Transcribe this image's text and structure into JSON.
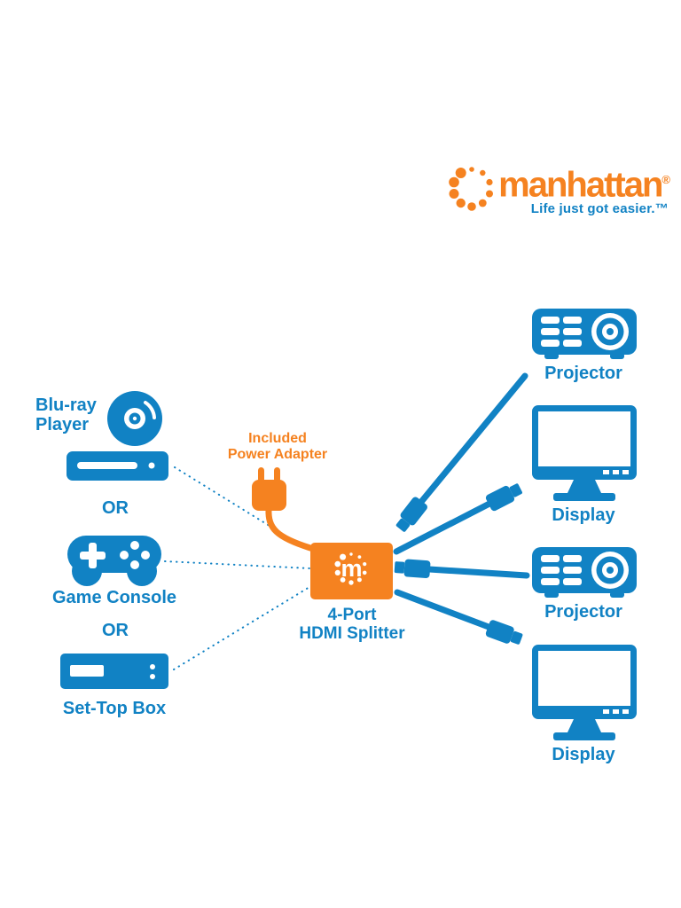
{
  "brand": {
    "wordmark": "manhattan",
    "registered_mark": "®",
    "tagline": "Life just got easier.™",
    "colors": {
      "blue": "#1182C4",
      "orange": "#F58220"
    }
  },
  "sources": {
    "bluray_label_line1": "Blu-ray",
    "bluray_label_line2": "Player",
    "or_1": "OR",
    "game_console_label": "Game Console",
    "or_2": "OR",
    "settop_label": "Set-Top Box"
  },
  "power_adapter": {
    "label_line1": "Included",
    "label_line2": "Power Adapter"
  },
  "splitter": {
    "logo_letter": "m",
    "label_line1": "4-Port",
    "label_line2": "HDMI Splitter"
  },
  "outputs": [
    {
      "label": "Projector"
    },
    {
      "label": "Display"
    },
    {
      "label": "Projector"
    },
    {
      "label": "Display"
    }
  ],
  "icons": {
    "brand_mark": "dots-circle-icon",
    "bluray": "disc-icon",
    "player": "disc-player-icon",
    "console": "gamepad-icon",
    "settop": "set-top-box-icon",
    "power": "power-plug-icon",
    "splitter_mark": "manhattan-m-dots-icon",
    "projector": "projector-icon",
    "display": "monitor-icon",
    "cable": "hdmi-cable-icon"
  }
}
